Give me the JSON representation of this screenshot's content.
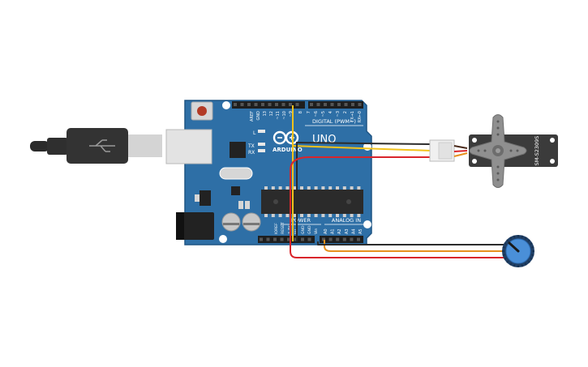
{
  "board": {
    "brand": "ARDUINO",
    "model": "UNO",
    "digital_label": "DIGITAL (PWM~)",
    "power_label": "POWER",
    "analog_label": "ANALOG IN",
    "led_l": "L",
    "led_tx": "TX",
    "led_rx": "RX",
    "digital_pins": [
      "AREF",
      "GND",
      "13",
      "12",
      "~11",
      "~10",
      "~9",
      "8",
      "7",
      "~6",
      "~5",
      "4",
      "~3",
      "2",
      "TX→1",
      "RX←0"
    ],
    "power_pins": [
      "IOREF",
      "RESET",
      "3.3V",
      "5V",
      "GND",
      "GND",
      "Vin"
    ],
    "analog_pins": [
      "A0",
      "A1",
      "A2",
      "A3",
      "A4",
      "A5"
    ]
  },
  "servo": {
    "model": "SM-S2309S"
  },
  "colors": {
    "board": "#2e6fa6",
    "board_edge": "#1f5584",
    "wire_black": "#2b2b2b",
    "wire_yellow": "#f2c21b",
    "wire_red": "#d9252b",
    "wire_orange": "#e7901d",
    "pot_knob": "#4a8fd8"
  }
}
